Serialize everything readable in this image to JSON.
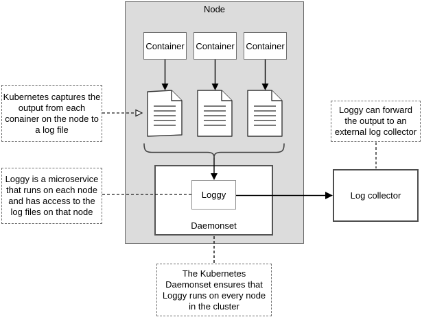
{
  "diagram": {
    "node": {
      "label": "Node"
    },
    "containers": [
      {
        "label": "Container"
      },
      {
        "label": "Container"
      },
      {
        "label": "Container"
      }
    ],
    "log_files": {
      "count": 3,
      "icon": "log-file-document-icon"
    },
    "daemonset": {
      "label": "Daemonset"
    },
    "loggy": {
      "label": "Loggy"
    },
    "log_collector": {
      "label": "Log collector"
    },
    "annotations": {
      "capture": {
        "text": "Kubernetes captures the\noutput from each\nconainer on the node to\na log file"
      },
      "loggy_service": {
        "text": "Loggy is a microservice\nthat runs on each node\nand has access to the\nlog files on that node"
      },
      "forward": {
        "text": "Loggy can forward\nthe output to an\nexternal log collector"
      },
      "daemonset_note": {
        "text": "The Kubernetes\nDaemonset ensures that\nLoggy runs on every node\nin the cluster"
      }
    },
    "colors": {
      "node_fill": "#dcdcdc",
      "box_border": "#545454",
      "arrow": "#000000"
    }
  }
}
